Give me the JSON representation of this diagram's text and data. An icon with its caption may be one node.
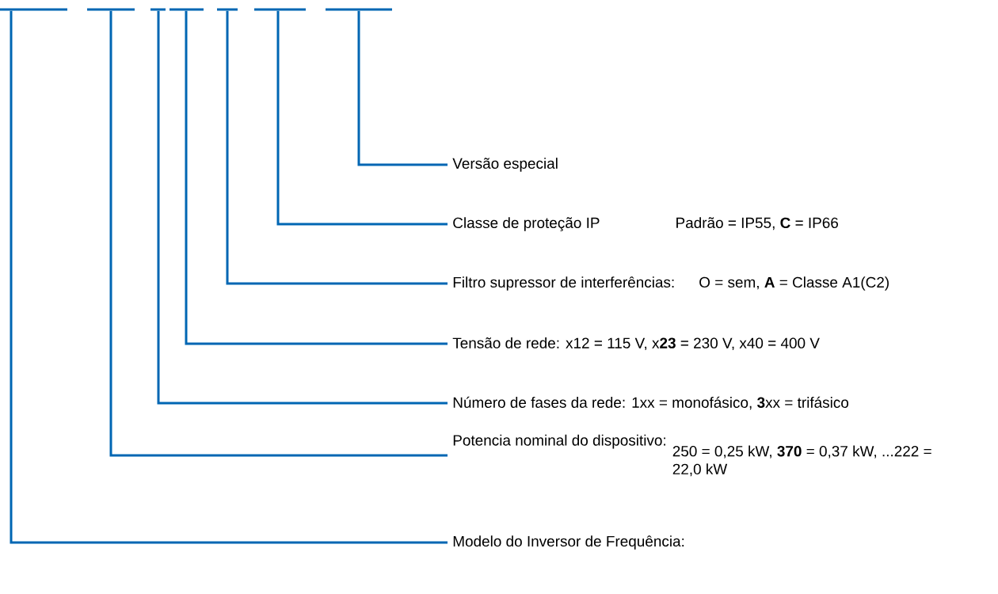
{
  "diagram": {
    "nodes": [
      {
        "text": [],
        "shape": "bar"
      },
      {
        "text": [],
        "shape": "bar"
      },
      {
        "text": [],
        "shape": "bar"
      },
      {
        "text": [],
        "shape": "bar"
      },
      {
        "text": [],
        "shape": "bar"
      },
      {
        "text": [],
        "shape": "bar"
      },
      {
        "text": [],
        "shape": "bar"
      },
      {
        "text": [
          "Versão especial"
        ]
      },
      {
        "text": [
          "Classe de proteção IP",
          "Padrão = IP55, **C** = IP66"
        ]
      },
      {
        "text": [
          "Filtro supressor de interferências:",
          "O = sem, **A** = Classe A1(C2)"
        ]
      },
      {
        "text": [
          "Tensão de rede: x12 = 115 V, x**23** = 230 V, x40 = 400 V"
        ]
      },
      {
        "text": [
          "Número de fases da rede: 1xx = monofásico, **3**xx = trifásico"
        ]
      },
      {
        "text": [
          "Potencia nominal do dispositivo:",
          "250 = 0,25 kW, **370** = 0,37 kW, ...222 = 22,0 kW"
        ]
      },
      {
        "text": [
          "Modelo do Inversor de Frequência:"
        ]
      }
    ],
    "edges": [
      {
        "from": 7,
        "to": 6,
        "arrow": "none"
      },
      {
        "from": 8,
        "to": 5,
        "arrow": "none"
      },
      {
        "from": 9,
        "to": 4,
        "arrow": "none"
      },
      {
        "from": 10,
        "to": 3,
        "arrow": "none"
      },
      {
        "from": 11,
        "to": 2,
        "arrow": "none"
      },
      {
        "from": 12,
        "to": 1,
        "arrow": "none"
      },
      {
        "from": 13,
        "to": 0,
        "arrow": "none"
      }
    ]
  }
}
